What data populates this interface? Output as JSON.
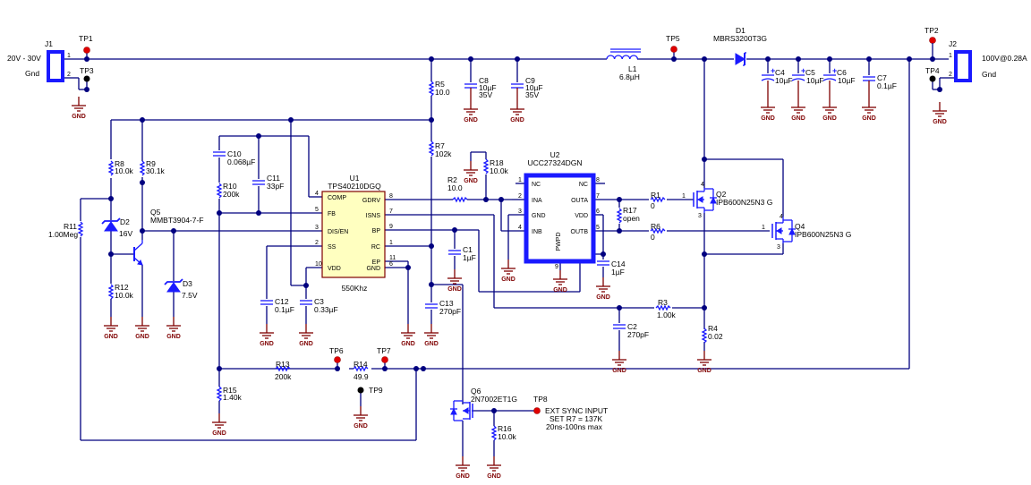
{
  "schematic": {
    "title": "TPS40210 boost converter schematic",
    "colors": {
      "wire": "#00007f",
      "ground": "#7f0000",
      "component": "#1a1aff",
      "testpoint_red": "#e00000",
      "ic_fill": "#ffffc0"
    },
    "connectors": {
      "J1": {
        "ref": "J1",
        "pin1": "1",
        "pin2": "2",
        "label1": "20V - 30V",
        "label2": "Gnd"
      },
      "J2": {
        "ref": "J2",
        "pin1": "1",
        "pin2": "2",
        "label1": "100V@0.28A",
        "label2": "Gnd"
      }
    },
    "testpoints": {
      "TP1": "TP1",
      "TP2": "TP2",
      "TP3": "TP3",
      "TP4": "TP4",
      "TP5": "TP5",
      "TP6": "TP6",
      "TP7": "TP7",
      "TP8": "TP8",
      "TP9": "TP9"
    },
    "ground_label": "GND",
    "resistors": {
      "R1": {
        "ref": "R1",
        "value": "0"
      },
      "R2": {
        "ref": "R2",
        "value": "10.0"
      },
      "R3": {
        "ref": "R3",
        "value": "1.00k"
      },
      "R4": {
        "ref": "R4",
        "value": "0.02"
      },
      "R5": {
        "ref": "R5",
        "value": "10.0"
      },
      "R6": {
        "ref": "R6",
        "value": "0"
      },
      "R7": {
        "ref": "R7",
        "value": "102k"
      },
      "R8": {
        "ref": "R8",
        "value": "10.0k"
      },
      "R9": {
        "ref": "R9",
        "value": "30.1k"
      },
      "R10": {
        "ref": "R10",
        "value": "200k"
      },
      "R11": {
        "ref": "R11",
        "value": "1.00Meg"
      },
      "R12": {
        "ref": "R12",
        "value": "10.0k"
      },
      "R13": {
        "ref": "R13",
        "value": "200k"
      },
      "R14": {
        "ref": "R14",
        "value": "49.9"
      },
      "R15": {
        "ref": "R15",
        "value": "1.40k"
      },
      "R16": {
        "ref": "R16",
        "value": "10.0k"
      },
      "R17": {
        "ref": "R17",
        "value": "open"
      },
      "R18": {
        "ref": "R18",
        "value": "10.0k"
      }
    },
    "capacitors": {
      "C1": {
        "ref": "C1",
        "value": "1µF"
      },
      "C2": {
        "ref": "C2",
        "value": "270pF"
      },
      "C3": {
        "ref": "C3",
        "value": "0.33µF"
      },
      "C4": {
        "ref": "C4",
        "value": "10µF"
      },
      "C5": {
        "ref": "C5",
        "value": "10µF"
      },
      "C6": {
        "ref": "C6",
        "value": "10µF"
      },
      "C7": {
        "ref": "C7",
        "value": "0.1µF"
      },
      "C8": {
        "ref": "C8",
        "value": "10µF",
        "voltage": "35V"
      },
      "C9": {
        "ref": "C9",
        "value": "10µF",
        "voltage": "35V"
      },
      "C10": {
        "ref": "C10",
        "value": "0.068µF"
      },
      "C11": {
        "ref": "C11",
        "value": "33pF"
      },
      "C12": {
        "ref": "C12",
        "value": "0.1µF"
      },
      "C13": {
        "ref": "C13",
        "value": "270pF"
      },
      "C14": {
        "ref": "C14",
        "value": "1µF"
      }
    },
    "inductors": {
      "L1": {
        "ref": "L1",
        "value": "6.8µH"
      }
    },
    "diodes": {
      "D1": {
        "ref": "D1",
        "part": "MBRS3200T3G"
      },
      "D2": {
        "ref": "D2",
        "value": "16V"
      },
      "D3": {
        "ref": "D3",
        "value": "7.5V"
      }
    },
    "transistors": {
      "Q2": {
        "ref": "Q2",
        "part": "IPB600N25N3 G",
        "pin_g": "1",
        "pin_d": "4",
        "pin_s": "3"
      },
      "Q4": {
        "ref": "Q4",
        "part": "IPB600N25N3 G",
        "pin_g": "1",
        "pin_d": "4",
        "pin_s": "3"
      },
      "Q5": {
        "ref": "Q5",
        "part": "MMBT3904-7-F"
      },
      "Q6": {
        "ref": "Q6",
        "part": "2N7002ET1G"
      }
    },
    "U1": {
      "ref": "U1",
      "part": "TPS40210DGQ",
      "note": "550Khz",
      "pins_left": [
        {
          "num": "4",
          "name": "COMP"
        },
        {
          "num": "5",
          "name": "FB"
        },
        {
          "num": "3",
          "name": "DIS/EN"
        },
        {
          "num": "2",
          "name": "SS"
        },
        {
          "num": "10",
          "name": "VDD"
        }
      ],
      "pins_right": [
        {
          "num": "8",
          "name": "GDRV"
        },
        {
          "num": "7",
          "name": "ISNS"
        },
        {
          "num": "9",
          "name": "BP"
        },
        {
          "num": "1",
          "name": "RC"
        },
        {
          "num": "11",
          "name": "EP"
        },
        {
          "num": "6",
          "name": "GND"
        }
      ]
    },
    "U2": {
      "ref": "U2",
      "part": "UCC27324DGN",
      "pad_label": "PWPD",
      "pad_pin": "9",
      "pins_left": [
        {
          "num": "1",
          "name": "NC"
        },
        {
          "num": "2",
          "name": "INA"
        },
        {
          "num": "3",
          "name": "GND"
        },
        {
          "num": "4",
          "name": "INB"
        }
      ],
      "pins_right": [
        {
          "num": "8",
          "name": "NC"
        },
        {
          "num": "7",
          "name": "OUTA"
        },
        {
          "num": "6",
          "name": "VDD"
        },
        {
          "num": "5",
          "name": "OUTB"
        }
      ]
    },
    "sync_note": {
      "line1": "EXT SYNC INPUT",
      "line2": "SET R7 = 137K",
      "line3": "20ns-100ns max"
    }
  }
}
